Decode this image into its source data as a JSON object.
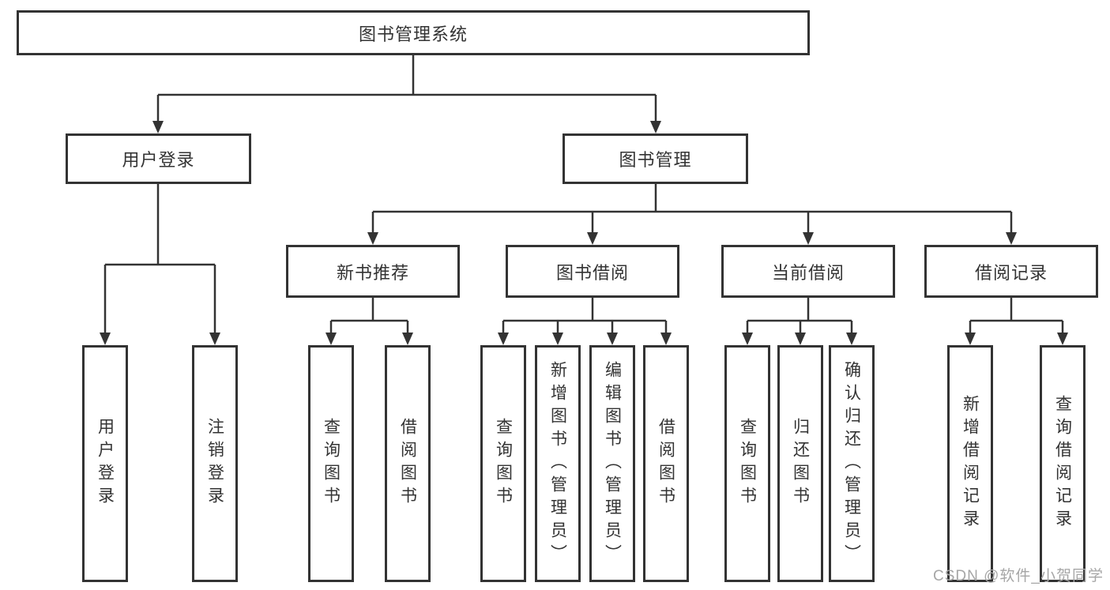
{
  "nodes": {
    "root": {
      "label": "图书管理系统"
    },
    "user_login": {
      "label": "用户登录"
    },
    "book_mgmt": {
      "label": "图书管理"
    },
    "new_book_rec": {
      "label": "新书推荐"
    },
    "book_borrow": {
      "label": "图书借阅"
    },
    "current_borrow": {
      "label": "当前借阅"
    },
    "borrow_records": {
      "label": "借阅记录"
    },
    "leaves": {
      "user_login_children": [
        "用户登录",
        "注销登录"
      ],
      "new_book_rec_children": [
        "查询图书",
        "借阅图书"
      ],
      "book_borrow_children": [
        "查询图书",
        "新增图书（管理员）",
        "编辑图书（管理员）",
        "借阅图书"
      ],
      "current_borrow_children": [
        "查询图书",
        "归还图书",
        "确认归还（管理员）"
      ],
      "borrow_records_children": [
        "新增借阅记录",
        "查询借阅记录"
      ]
    }
  },
  "watermark": "CSDN @软件_小贺同学",
  "colors": {
    "line": "#333333",
    "box_border": "#333333",
    "box_fill": "#ffffff",
    "text": "#333333",
    "watermark": "#a6a6a6"
  }
}
